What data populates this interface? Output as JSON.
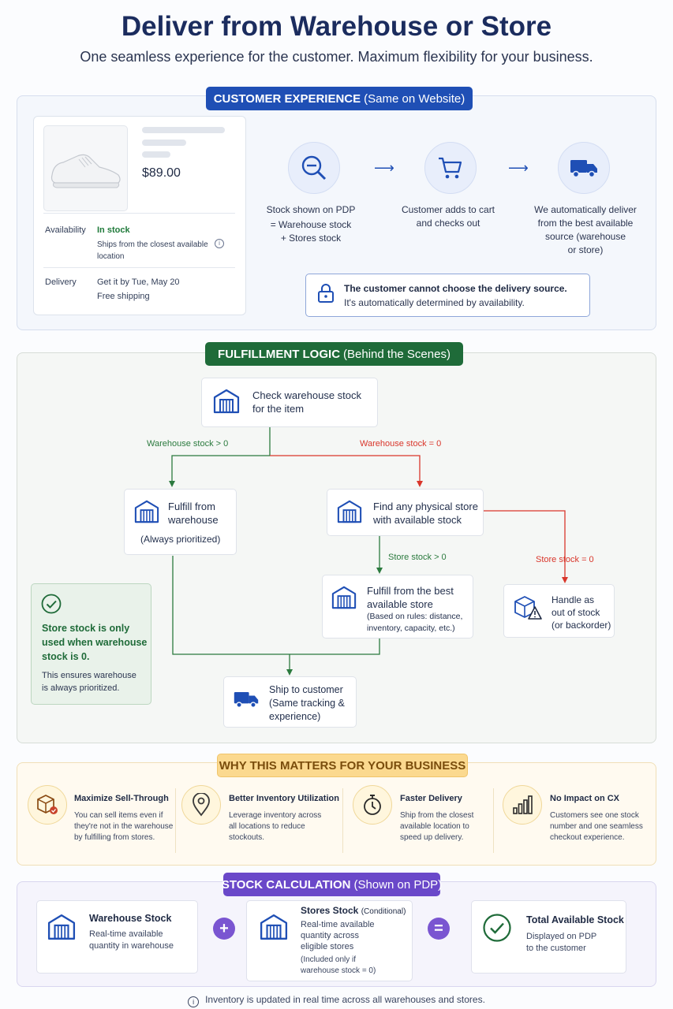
{
  "header": {
    "title": "Deliver from Warehouse or Store",
    "subtitle": "One seamless experience for the customer. Maximum flexibility for your business."
  },
  "customer_experience": {
    "pill_bold": "CUSTOMER EXPERIENCE",
    "pill_rest": "(Same on Website)",
    "product": {
      "price": "$89.00",
      "availability_label": "Availability",
      "availability_value": "In stock",
      "ships_line1": "Ships from the closest available",
      "ships_line2": "location",
      "delivery_label": "Delivery",
      "delivery_line1": "Get it by Tue, May 20",
      "delivery_line2": "Free shipping"
    },
    "steps": [
      {
        "icon": "search-icon",
        "lines": [
          "Stock shown on PDP",
          "= Warehouse stock",
          "+ Stores stock"
        ]
      },
      {
        "icon": "cart-icon",
        "lines": [
          "Customer adds to cart",
          "and checks out"
        ]
      },
      {
        "icon": "truck-icon",
        "lines": [
          "We automatically deliver",
          "from the best available",
          "source (warehouse",
          "or store)"
        ]
      }
    ],
    "notice_bold": "The customer cannot choose the delivery source.",
    "notice_rest": "It's automatically determined by availability."
  },
  "fulfillment": {
    "pill_bold": "FULFILLMENT LOGIC",
    "pill_rest": "(Behind the Scenes)",
    "check": [
      "Check warehouse stock",
      "for the item"
    ],
    "label_wh_pos": "Warehouse stock > 0",
    "label_wh_zero": "Warehouse stock = 0",
    "fulfill_wh": [
      "Fulfill from",
      "warehouse"
    ],
    "fulfill_wh_note": "(Always prioritized)",
    "find_store": [
      "Find any physical store",
      "with available stock"
    ],
    "label_store_pos": "Store stock > 0",
    "label_store_zero": "Store stock = 0",
    "fulfill_store": [
      "Fulfill from the best",
      "available store"
    ],
    "fulfill_store_note": [
      "(Based on rules: distance,",
      "inventory, capacity, etc.)"
    ],
    "oos": [
      "Handle as",
      "out of stock",
      "(or backorder)"
    ],
    "ship": [
      "Ship to customer",
      "(Same tracking &",
      "experience)"
    ],
    "note_bold": [
      "Store stock is only",
      "used when warehouse",
      "stock is 0."
    ],
    "note_rest": [
      "This ensures warehouse",
      "is always prioritized."
    ]
  },
  "why": {
    "pill": "WHY THIS MATTERS FOR YOUR BUSINESS",
    "items": [
      {
        "icon": "box-icon",
        "title": "Maximize Sell-Through",
        "desc": [
          "You can sell items even if",
          "they're not in the warehouse",
          "by fulfilling from stores."
        ]
      },
      {
        "icon": "location-pin-icon",
        "title": "Better Inventory Utilization",
        "desc": [
          "Leverage inventory across",
          "all locations to reduce",
          "stockouts."
        ]
      },
      {
        "icon": "stopwatch-icon",
        "title": "Faster Delivery",
        "desc": [
          "Ship from the closest",
          "available location to",
          "speed up delivery."
        ]
      },
      {
        "icon": "bar-chart-icon",
        "title": "No Impact on CX",
        "desc": [
          "Customers see one stock",
          "number and one seamless",
          "checkout experience."
        ]
      }
    ]
  },
  "stock_calc": {
    "pill_bold": "STOCK CALCULATION",
    "pill_rest": "(Shown on PDP)",
    "warehouse": {
      "title": "Warehouse Stock",
      "desc": [
        "Real-time available",
        "quantity in warehouse"
      ]
    },
    "plus": "+",
    "stores": {
      "title": "Stores Stock",
      "title_note": "(Conditional)",
      "desc": [
        "Real-time available",
        "quantity across",
        "eligible stores"
      ],
      "note": [
        "(Included only if",
        "warehouse stock = 0)"
      ]
    },
    "equals": "=",
    "total": {
      "title": "Total Available Stock",
      "desc": [
        "Displayed on PDP",
        "to the customer"
      ]
    }
  },
  "footer": "Inventory is updated in real time across all warehouses and stores.",
  "colors": {
    "blue": "#1f4fb5",
    "green": "#1f6b39",
    "red": "#d9362b",
    "purple": "#6a48c9",
    "amber": "#fbd98f"
  }
}
